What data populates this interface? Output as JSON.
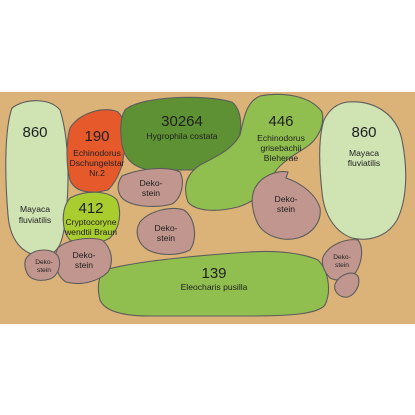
{
  "colors": {
    "background": "#dbb277",
    "light_green": "#cfe3b3",
    "mid_green": "#90bf4f",
    "dark_green": "#5d9133",
    "lime_green": "#a9cc2f",
    "orange_red": "#e6592b",
    "stone": "#c0968e",
    "outline": "#5c5c5c"
  },
  "plants": [
    {
      "id": "mayaca-left",
      "number": "860",
      "lines": [
        "Mayaca",
        "fluviatilis"
      ]
    },
    {
      "id": "echinodorus-dschungelstar",
      "number": "190",
      "lines": [
        "Echinodorus",
        "Dschungelstar",
        "Nr.2"
      ]
    },
    {
      "id": "hygrophila-costata",
      "number": "30264",
      "lines": [
        "Hygrophila costata"
      ]
    },
    {
      "id": "echinodorus-grisebachii",
      "number": "446",
      "lines": [
        "Echinodorus",
        "grisebachii",
        "Bleherae"
      ]
    },
    {
      "id": "mayaca-right",
      "number": "860",
      "lines": [
        "Mayaca",
        "fluviatilis"
      ]
    },
    {
      "id": "cryptocoryne-wendtii",
      "number": "412",
      "lines": [
        "Cryptocoryne",
        "wendtii Braun"
      ]
    },
    {
      "id": "eleocharis-pusilla",
      "number": "139",
      "lines": [
        "Eleocharis pusilla"
      ]
    }
  ],
  "stones": [
    {
      "id": "stone-center-top",
      "lines": [
        "Deko-",
        "stein"
      ]
    },
    {
      "id": "stone-center",
      "lines": [
        "Deko-",
        "stein"
      ]
    },
    {
      "id": "stone-left",
      "lines": [
        "Deko-",
        "stein"
      ]
    },
    {
      "id": "stone-far-left",
      "lines": [
        "Deko-",
        "stein"
      ]
    },
    {
      "id": "stone-right",
      "lines": [
        "Deko-",
        "stein"
      ]
    },
    {
      "id": "stone-far-right",
      "lines": [
        "Deko-",
        "stein"
      ]
    }
  ]
}
